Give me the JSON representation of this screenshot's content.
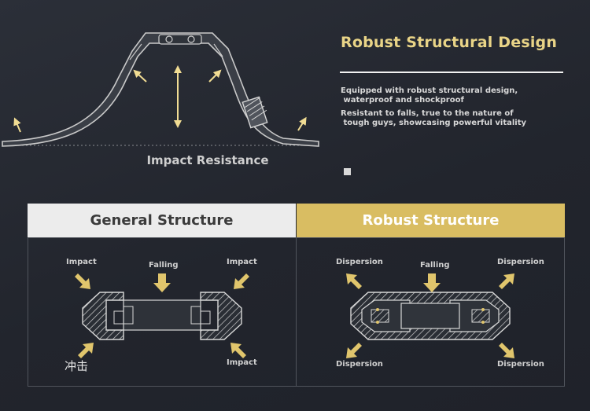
{
  "hero": {
    "title": "Robust Structural Design",
    "description_1": "Equipped with robust structural design,\n waterproof and shockproof",
    "description_2": "Resistant to falls, true to the nature of\n tough guys, showcasing powerful vitality",
    "impact_caption": "Impact Resistance"
  },
  "comparison": {
    "general": {
      "header": "General Structure",
      "labels": {
        "top_left": "Impact",
        "top_center": "Falling",
        "top_right": "Impact",
        "bottom_left": "冲击",
        "bottom_right": "Impact"
      }
    },
    "robust": {
      "header": "Robust Structure",
      "labels": {
        "top_left": "Dispersion",
        "top_center": "Falling",
        "top_right": "Dispersion",
        "bottom_left": "Dispersion",
        "bottom_right": "Dispersion"
      }
    }
  },
  "colors": {
    "accent_gold": "#d9bd62",
    "arrow_gold": "#e0c56c",
    "background": "#262a33"
  }
}
